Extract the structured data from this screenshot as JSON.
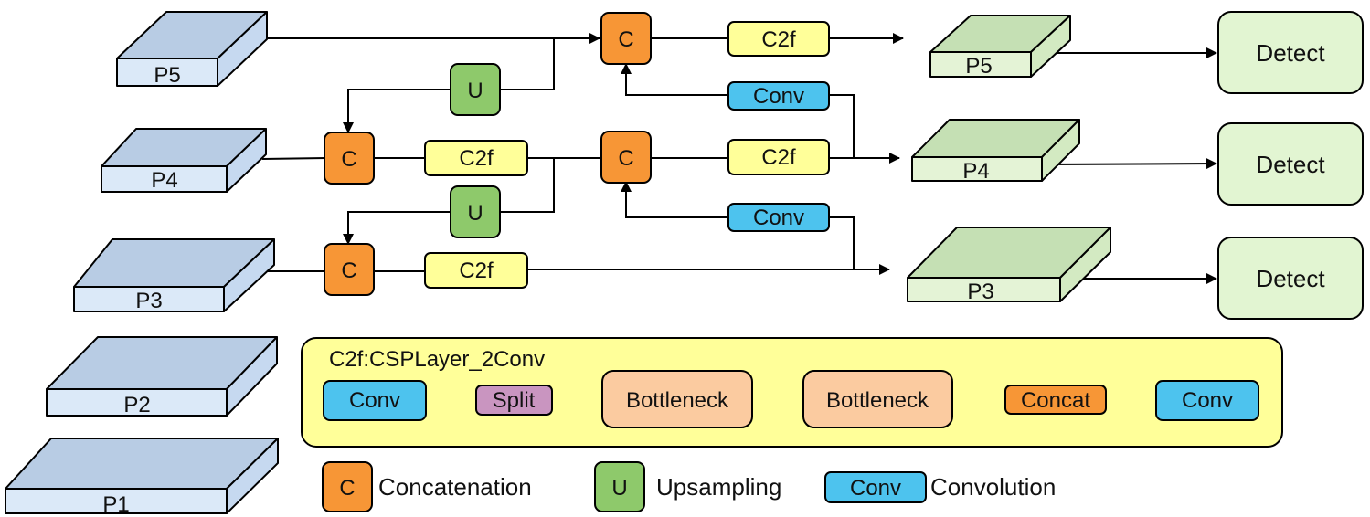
{
  "colors": {
    "slab_blue_top": "#b8cce4",
    "slab_blue_front": "#dbe9f8",
    "slab_blue_side": "#c6d9f0",
    "slab_green_top": "#c5e0b4",
    "slab_green_front": "#e4f3d6",
    "slab_green_side": "#d3eac2",
    "concat": "#f79636",
    "upsample": "#8ec96b",
    "c2f": "#ffff99",
    "conv": "#4dc3ee",
    "detect": "#e2f5d2",
    "split": "#c995c0",
    "bottleneck": "#fbcba0",
    "csp_panel": "#ffff99"
  },
  "backbone": {
    "p5": "P5",
    "p4": "P4",
    "p3": "P3",
    "p2": "P2",
    "p1": "P1"
  },
  "neck": {
    "concat_label": "C",
    "upsample_label": "U",
    "c2f_label": "C2f",
    "conv_label": "Conv"
  },
  "outputs": {
    "p5": "P5",
    "p4": "P4",
    "p3": "P3"
  },
  "head": {
    "detect_label": "Detect"
  },
  "csp_block": {
    "title": "C2f:CSPLayer_2Conv",
    "steps": [
      "Conv",
      "Split",
      "Bottleneck",
      "Bottleneck",
      "Concat",
      "Conv"
    ]
  },
  "legend": {
    "concat_symbol": "C",
    "concat_text": "Concatenation",
    "upsample_symbol": "U",
    "upsample_text": "Upsampling",
    "conv_symbol": "Conv",
    "conv_text": "Convolution"
  }
}
